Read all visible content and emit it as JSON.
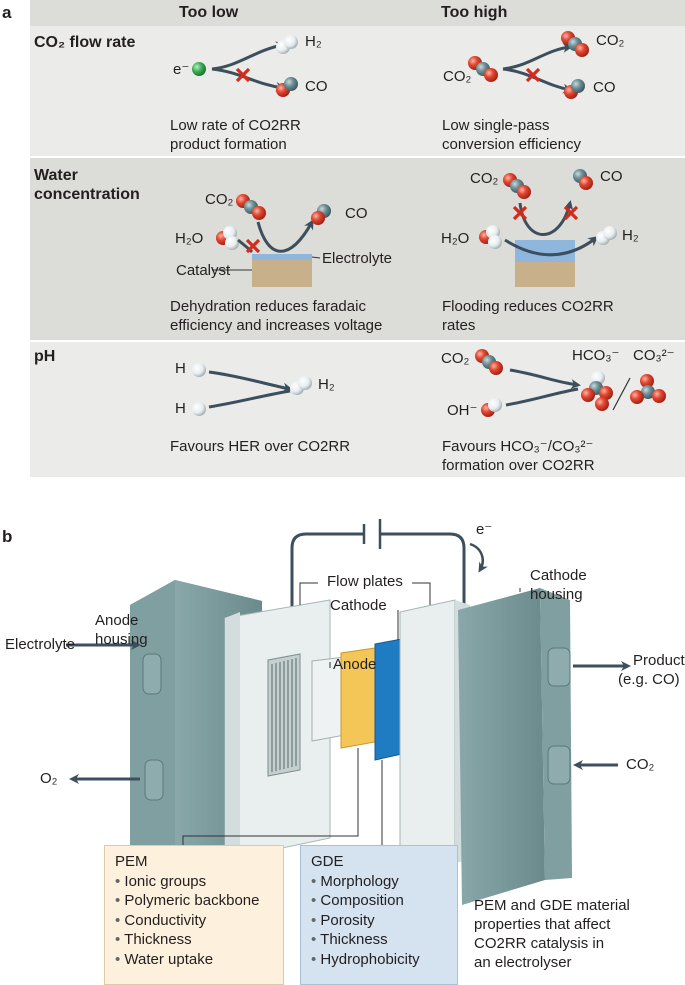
{
  "panel_a": {
    "letter": "a",
    "col_low": "Too low",
    "col_high": "Too high",
    "rows": {
      "flow": {
        "title": "CO₂ flow rate",
        "low": {
          "e": "e⁻",
          "h2": "H₂",
          "co": "CO",
          "caption_1": "Low rate of CO2RR",
          "caption_2": "product formation"
        },
        "high": {
          "co2_in": "CO₂",
          "co2_out": "CO₂",
          "co": "CO",
          "caption_1": "Low single-pass",
          "caption_2": "conversion efficiency"
        }
      },
      "water": {
        "title_1": "Water",
        "title_2": "concentration",
        "low": {
          "co2": "CO₂",
          "h2o": "H₂O",
          "co": "CO",
          "electrolyte": "Electrolyte",
          "catalyst": "Catalyst",
          "caption_1": "Dehydration reduces faradaic",
          "caption_2": "efficiency and increases voltage"
        },
        "high": {
          "co2": "CO₂",
          "co": "CO",
          "h2o": "H₂O",
          "h2": "H₂",
          "caption_1": "Flooding reduces CO2RR",
          "caption_2": "rates"
        }
      },
      "ph": {
        "title": "pH",
        "low": {
          "h1": "H",
          "h2_atom": "H",
          "h2": "H₂",
          "caption": "Favours HER over CO2RR"
        },
        "high": {
          "co2": "CO₂",
          "oh": "OH⁻",
          "hco3": "HCO₃⁻",
          "co3": "CO₃²⁻",
          "caption_1": "Favours HCO₃⁻/CO₃²⁻",
          "caption_2": "formation over CO2RR"
        }
      }
    }
  },
  "panel_b": {
    "letter": "b",
    "electron": "e⁻",
    "flow_plates": "Flow plates",
    "cathode": "Cathode",
    "cathode_housing_1": "Cathode",
    "cathode_housing_2": "housing",
    "anode_housing_1": "Anode",
    "anode_housing_2": "housing",
    "anode": "Anode",
    "electrolyte": "Electrolyte",
    "o2": "O₂",
    "products_1": "Products",
    "products_2": "(e.g. CO)",
    "co2": "CO₂",
    "pem": {
      "title": "PEM",
      "items": [
        "Ionic groups",
        "Polymeric backbone",
        "Conductivity",
        "Thickness",
        "Water uptake"
      ]
    },
    "gde": {
      "title": "GDE",
      "items": [
        "Morphology",
        "Composition",
        "Porosity",
        "Thickness",
        "Hydrophobicity"
      ]
    },
    "note": [
      "PEM and GDE material",
      "properties that affect",
      "CO2RR catalysis in",
      "an electrolyser"
    ]
  },
  "colors": {
    "panel_bg": "#ebebea",
    "panel_bg_dark": "#dcdcd9",
    "arrow": "#3d4f5c",
    "oxygen": "#d63a2a",
    "carbon": "#5f7f86",
    "hydrogen": "#e6ecee",
    "electron": "#2f9e4a",
    "housing": "#6e8e90",
    "plate": "#e6ebeb",
    "anode_layer": "#f3c657",
    "gde_layer": "#1f7bc2",
    "pem_box": "#fdf0dc",
    "gde_box": "#d5e2f0"
  }
}
